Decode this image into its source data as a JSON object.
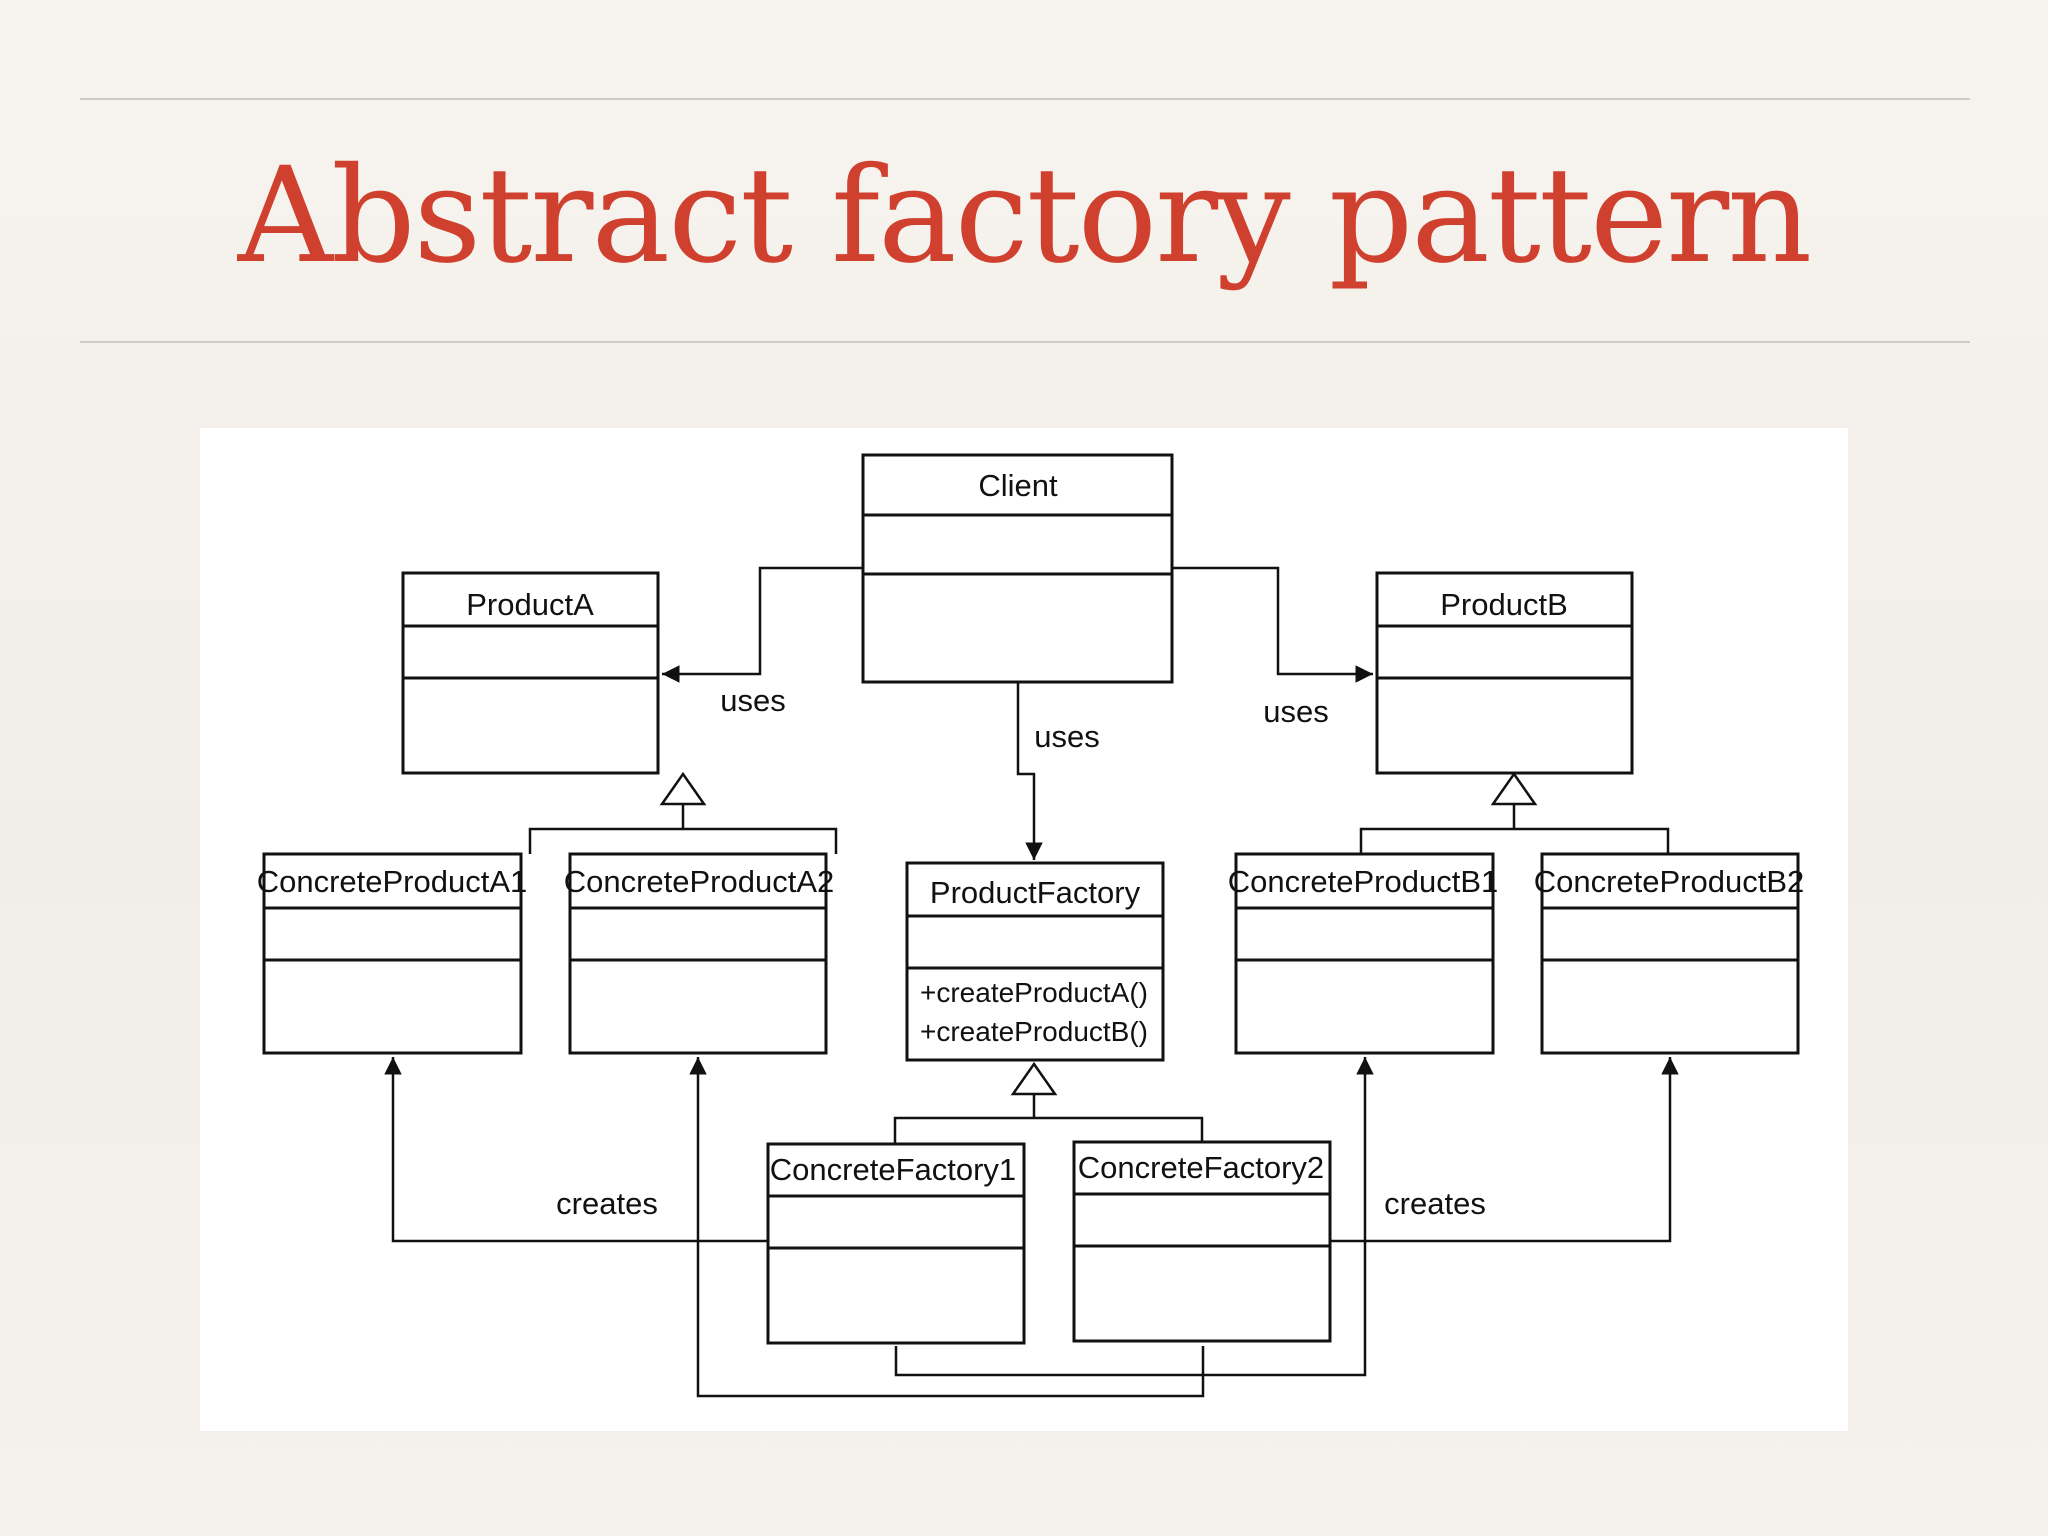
{
  "title": "Abstract factory pattern",
  "diagram": {
    "classes": {
      "client": "Client",
      "product_a": "ProductA",
      "product_b": "ProductB",
      "concrete_product_a1": "ConcreteProductA1",
      "concrete_product_a2": "ConcreteProductA2",
      "product_factory": "ProductFactory",
      "concrete_product_b1": "ConcreteProductB1",
      "concrete_product_b2": "ConcreteProductB2",
      "concrete_factory1": "ConcreteFactory1",
      "concrete_factory2": "ConcreteFactory2"
    },
    "methods": {
      "create_a": "+createProductA()",
      "create_b": "+createProductB()"
    },
    "labels": {
      "uses_a": "uses",
      "uses_factory": "uses",
      "uses_b": "uses",
      "creates_left": "creates",
      "creates_right": "creates"
    }
  }
}
